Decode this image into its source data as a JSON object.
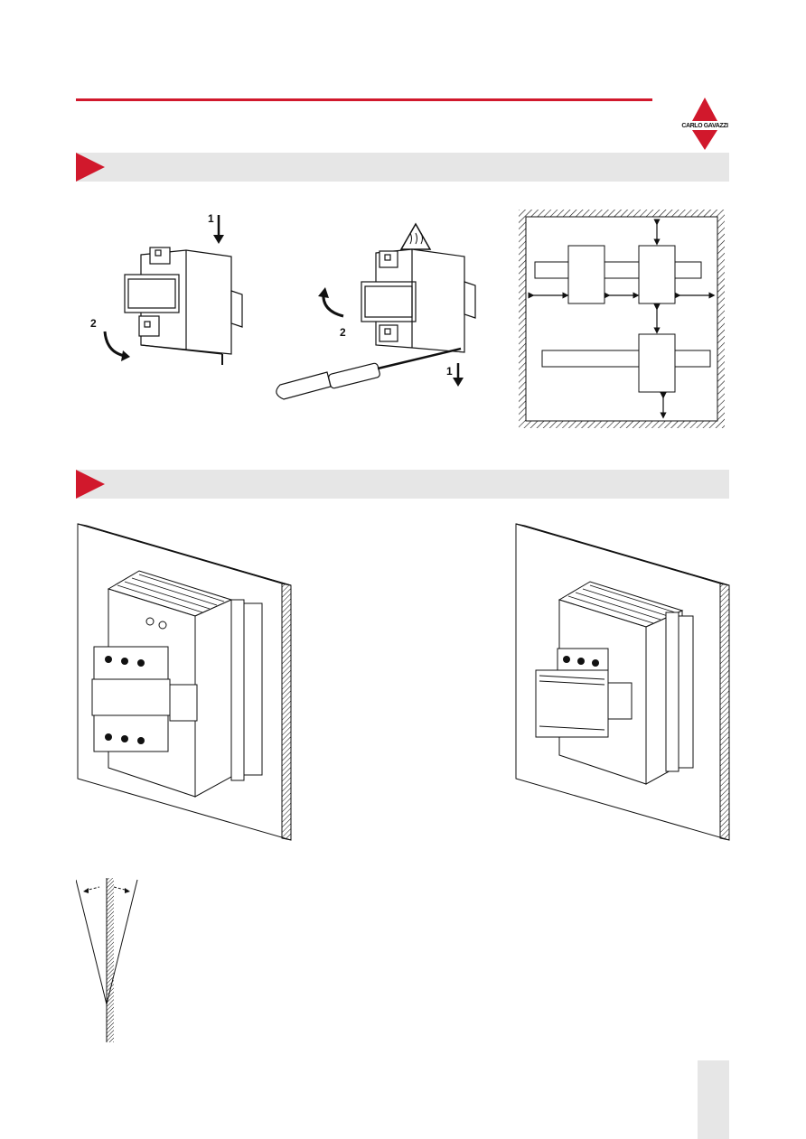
{
  "brand": {
    "logo_text": "CARLO GAVAZZI",
    "accent_color": "#d1182c",
    "band_color": "#e6e6e6"
  },
  "figure_top_left": {
    "step_1": "1",
    "step_2": "2"
  },
  "figure_top_middle": {
    "step_1": "1",
    "step_2": "2",
    "icons": [
      "hot-surface-warning-icon",
      "screwdriver-icon"
    ]
  },
  "icons": [
    "red-triangle-marker-icon",
    "mounting-clearance-diagram",
    "wall-panel-icon",
    "solid-state-relay-icon"
  ]
}
